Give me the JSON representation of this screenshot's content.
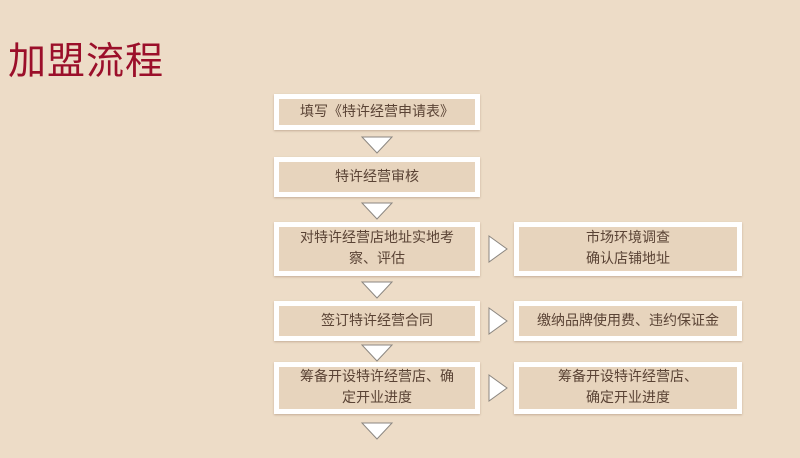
{
  "title": "加盟流程",
  "steps": [
    "填写《特许经营申请表》",
    "特许经营审核",
    "对特许经营店地址实地考\n察、评估",
    "签订特许经营合同",
    "筹备开设特许经营店、确\n定开业进度"
  ],
  "side_steps": [
    "市场环境调查\n确认店铺地址",
    "缴纳品牌使用费、违约保证金",
    "筹备开设特许经营店、\n确定开业进度"
  ],
  "colors": {
    "background": "#eddcc7",
    "title": "#9b0f2a",
    "box_fill": "#e7d4bd",
    "box_border": "#ffffff",
    "text": "#5a4335"
  }
}
